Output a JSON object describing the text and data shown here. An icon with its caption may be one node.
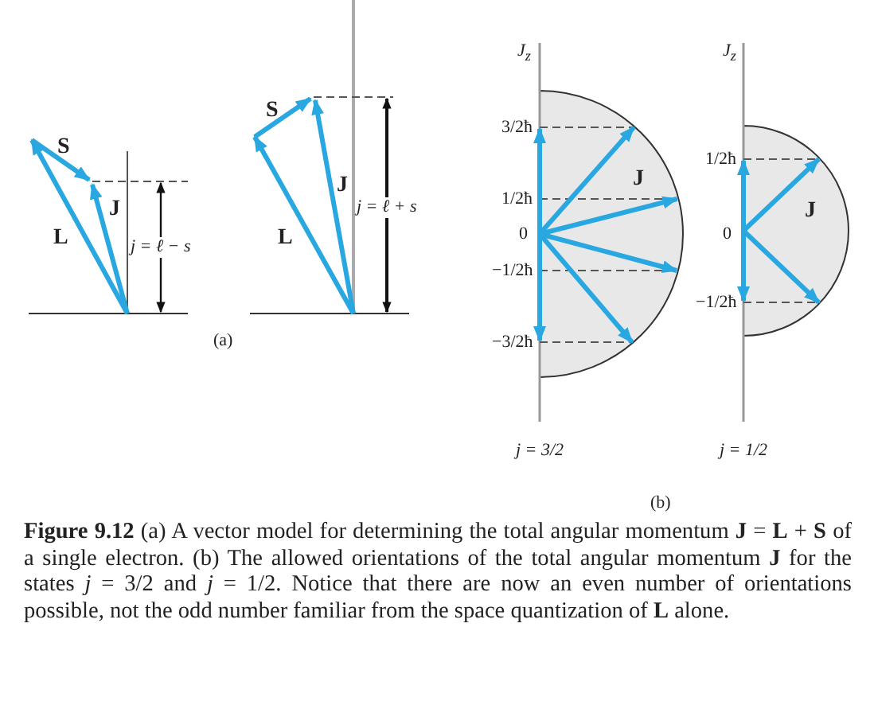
{
  "diagram": {
    "caption": "**Figure 9.12** (a) A vector model for determining the total angular momentum **J** = **L** + **S** of a single electron. (b) The allowed orientations of the total angular momentum **J** for the states *j* = 3/2 and *j* = 1/2. Notice that there are now an even number of orientations possible, not the odd number familiar from the space quantization of **L** alone.",
    "labels": [
      "S",
      "J",
      "L",
      "j = ℓ − s",
      "S",
      "J",
      "j = ℓ + s",
      "L",
      "(a)",
      "J$_{z}$",
      "3/2ħ",
      "J",
      "1/2ħ",
      "0",
      "−1/2ħ",
      "−3/2ħ",
      "j = 3/2",
      "J$_{z}$",
      "1/2ħ",
      "J",
      "0",
      "−1/2ħ",
      "j = 1/2",
      "(b)"
    ]
  }
}
